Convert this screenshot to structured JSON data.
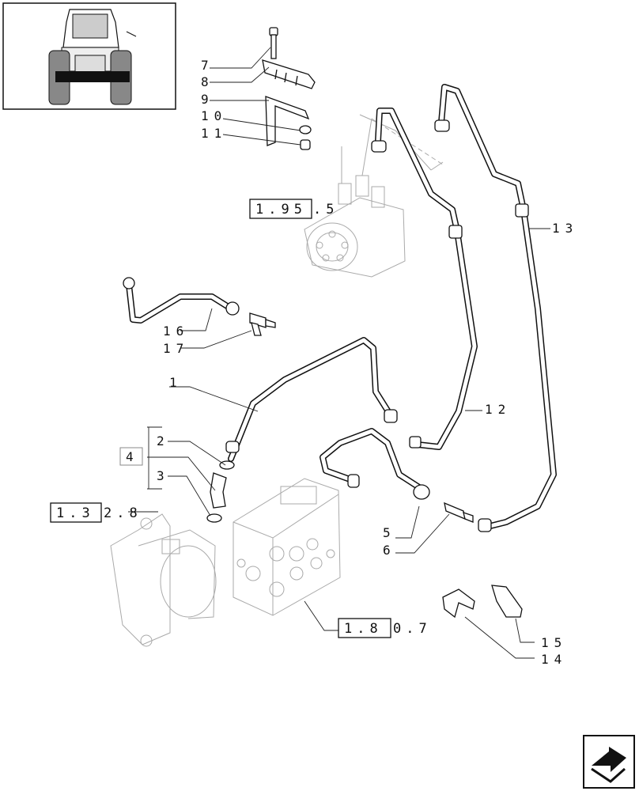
{
  "labels": {
    "l1": "1",
    "l2": "2",
    "l3": "3",
    "l4": "4",
    "l5": "5",
    "l6": "6",
    "l7": "7",
    "l8": "8",
    "l9": "9",
    "l10": "10",
    "l11": "11",
    "l12": "12",
    "l13": "13",
    "l14": "14",
    "l15": "15",
    "l16": "16",
    "l17": "17"
  },
  "references": {
    "r1": {
      "boxed": "1.95",
      "tail": ".5"
    },
    "r2": {
      "boxed": "1.3",
      "tail": "2.8"
    },
    "r3": {
      "boxed": "1.8",
      "tail": "0.7"
    }
  },
  "icons": {
    "thumbnail": "tractor-front-view-icon",
    "nav": "next-page-arrow-icon"
  }
}
